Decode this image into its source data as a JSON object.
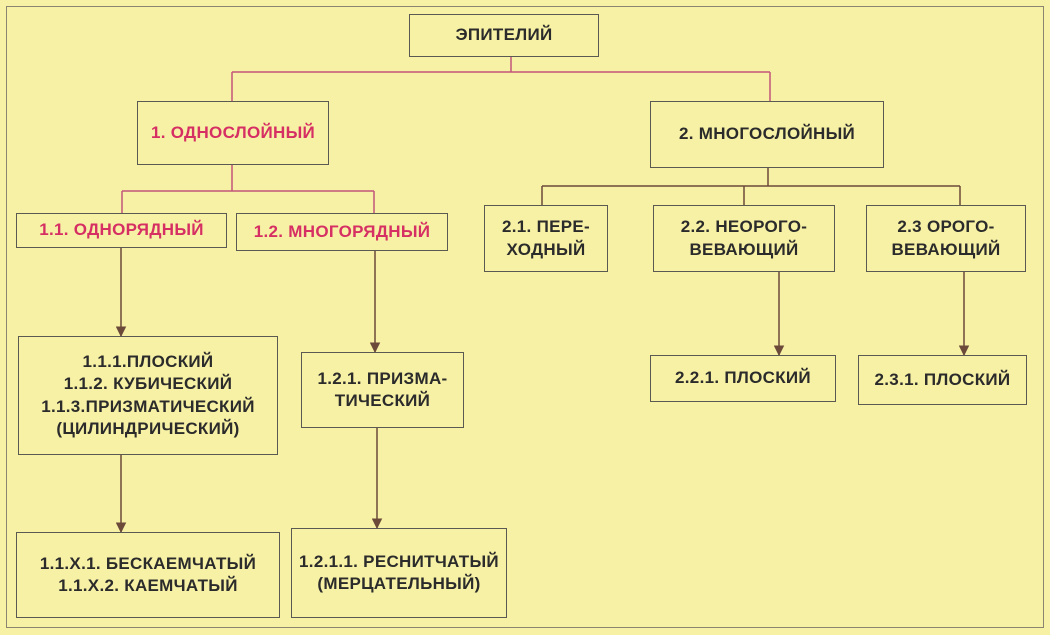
{
  "root": {
    "label": "ЭПИТЕЛИЙ"
  },
  "single_layer": {
    "label": "1. ОДНОСЛОЙНЫЙ"
  },
  "multi_layer": {
    "label": "2. МНОГОСЛОЙНЫЙ"
  },
  "single_row": {
    "label": "1.1. ОДНОРЯДНЫЙ"
  },
  "multi_row": {
    "label": "1.2. МНОГОРЯДНЫЙ"
  },
  "transitional": {
    "line1": "2.1. ПЕРЕ-",
    "line2": "ХОДНЫЙ"
  },
  "non_keratinizing": {
    "line1": "2.2. НЕОРОГО-",
    "line2": "ВЕВАЮЩИЙ"
  },
  "keratinizing": {
    "line1": "2.3  ОРОГО-",
    "line2": "ВЕВАЮЩИЙ"
  },
  "single_row_types": {
    "line1": "1.1.1.ПЛОСКИЙ",
    "line2": "1.1.2. КУБИЧЕСКИЙ",
    "line3": "1.1.3.ПРИЗМАТИЧЕСКИЙ",
    "line4": "(ЦИЛИНДРИЧЕСКИЙ)"
  },
  "prismatic": {
    "line1": "1.2.1. ПРИЗМА-",
    "line2": "ТИЧЕСКИЙ"
  },
  "flat_nonker": {
    "label": "2.2.1. ПЛОСКИЙ"
  },
  "flat_ker": {
    "label": "2.3.1. ПЛОСКИЙ"
  },
  "border_types": {
    "line1": "1.1.Х.1. БЕСКАЕМЧАТЫЙ",
    "line2": "1.1.Х.2. КАЕМЧАТЫЙ"
  },
  "ciliated": {
    "line1": "1.2.1.1. РЕСНИТЧАТЫЙ",
    "line2": "(МЕРЦАТЕЛЬНЫЙ)"
  },
  "colors": {
    "background": "#f7f1a6",
    "accent_pink": "#d62f63",
    "connector_pink": "#c2567a",
    "arrow_brown": "#6b4a3a",
    "text": "#2b2b2b"
  }
}
